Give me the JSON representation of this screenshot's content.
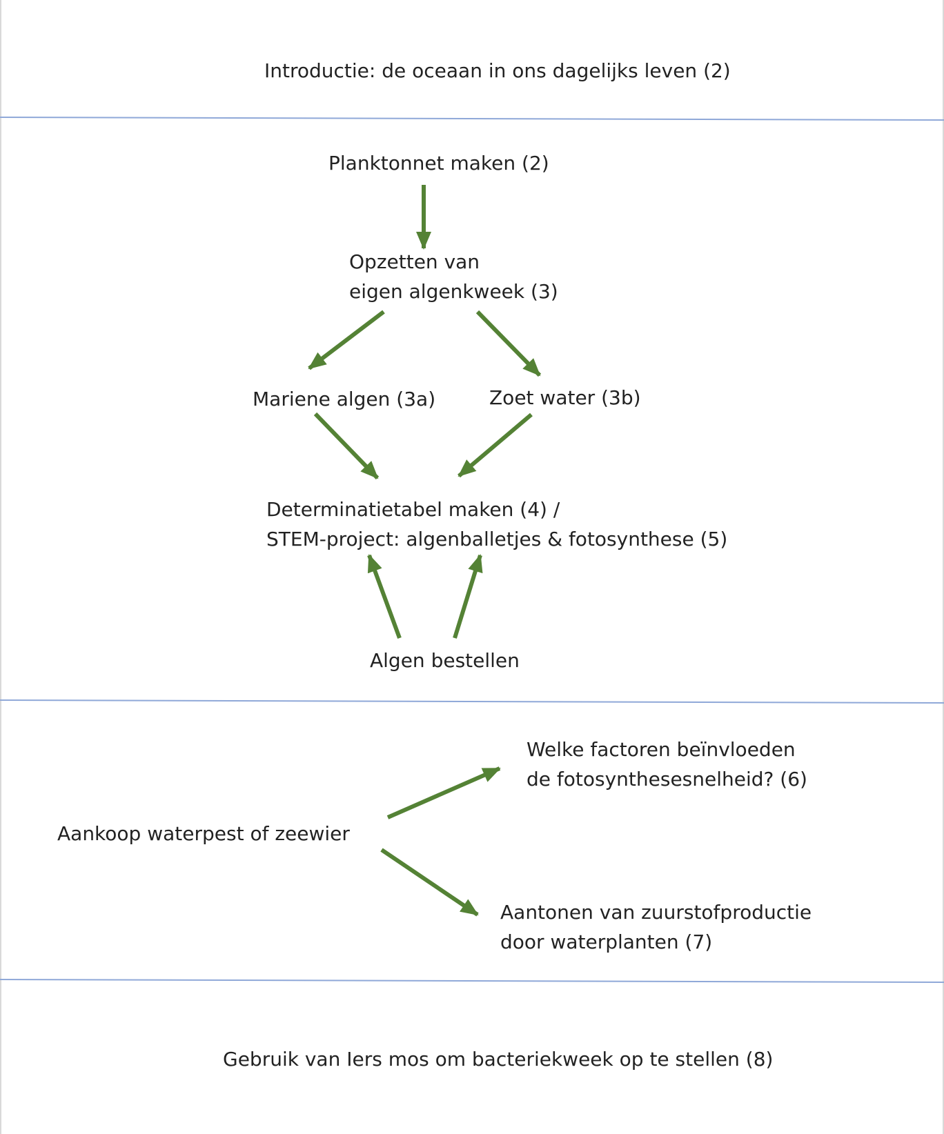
{
  "colors": {
    "arrow": "#548235",
    "divider": "#8fa8d8",
    "text": "#222222",
    "frame": "#d9d9d9"
  },
  "sections": {
    "intro": {
      "label": "Introductie: de oceaan in ons dagelijks leven (2)"
    },
    "plankton": {
      "planktonnet": "Planktonnet maken (2)",
      "algenkweek": {
        "line1": "Opzetten van",
        "line2": "eigen algenkweek (3)"
      },
      "mariene_algen": "Mariene algen (3a)",
      "zoet_water": "Zoet water (3b)",
      "determinatie": {
        "line1": "Determinatietabel maken (4) /",
        "line2": "STEM-project: algenballetjes & fotosynthese (5)"
      },
      "algen_bestellen": "Algen bestellen"
    },
    "waterplanten": {
      "aankoop": "Aankoop waterpest of zeewier",
      "factoren": {
        "line1": "Welke factoren beïnvloeden",
        "line2": "de fotosynthesesnelheid? (6)"
      },
      "zuurstof": {
        "line1": "Aantonen van zuurstofproductie",
        "line2": "door waterplanten (7)"
      }
    },
    "bacterie": {
      "label": "Gebruik van Iers mos om bacteriekweek op te stellen (8)"
    }
  }
}
